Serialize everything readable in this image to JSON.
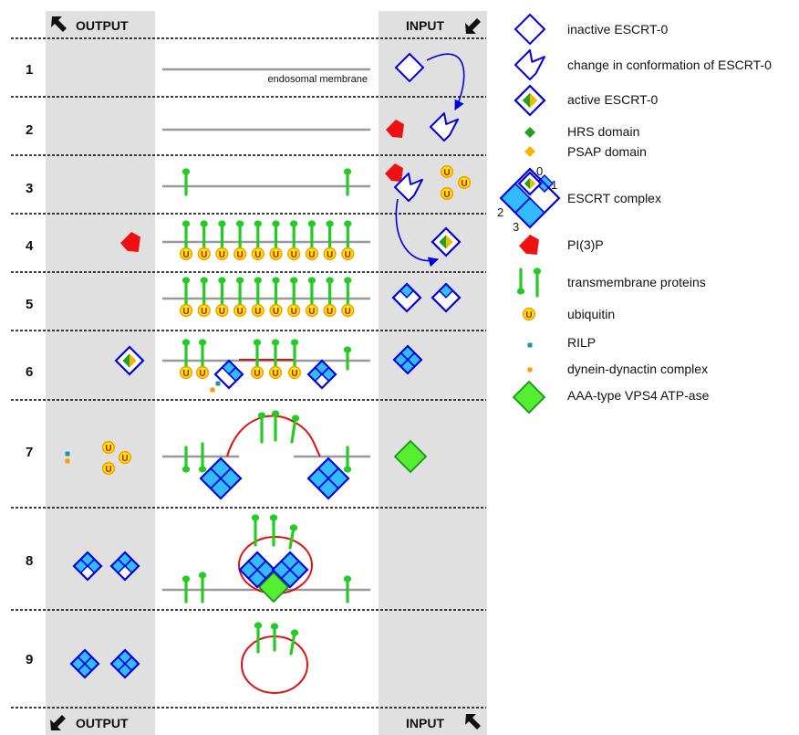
{
  "header": {
    "output_label": "OUTPUT",
    "input_label": "INPUT"
  },
  "footer": {
    "output_label": "OUTPUT",
    "input_label": "INPUT"
  },
  "membrane_label": "endosomal membrane",
  "steps": [
    "1",
    "2",
    "3",
    "4",
    "5",
    "6",
    "7",
    "8",
    "9"
  ],
  "escrt_corner_labels": [
    "0",
    "1",
    "2",
    "3"
  ],
  "ubiquitin_letter": "U",
  "legend": [
    {
      "icon": "inactive-escrt0-icon",
      "label": "inactive ESCRT-0"
    },
    {
      "icon": "conformation-change-icon",
      "label": "change in conformation of ESCRT-0"
    },
    {
      "icon": "active-escrt0-icon",
      "label": "active ESCRT-0"
    },
    {
      "icon": "hrs-domain-icon",
      "label": "HRS domain"
    },
    {
      "icon": "psap-domain-icon",
      "label": "PSAP domain"
    },
    {
      "icon": "escrt-complex-icon",
      "label": "ESCRT complex"
    },
    {
      "icon": "pi3p-icon",
      "label": "PI(3)P"
    },
    {
      "icon": "transmembrane-protein-icon",
      "label": "transmembrane proteins"
    },
    {
      "icon": "ubiquitin-icon",
      "label": "ubiquitin"
    },
    {
      "icon": "rilp-icon",
      "label": "RILP"
    },
    {
      "icon": "dynein-dynactin-icon",
      "label": "dynein-dynactin complex"
    },
    {
      "icon": "vps4-atpase-icon",
      "label": "AAA-type VPS4 ATP-ase"
    }
  ],
  "colors": {
    "panel_gray": "#e0e0e0",
    "escrt_blue": "#0000e6",
    "escrt_fill_blue": "#33bbff",
    "hrs_green": "#20a020",
    "psap_yellow": "#f5b800",
    "pi3p_red": "#ee1111",
    "protein_green": "#22cc22",
    "ubiquitin_fill": "#ffee00",
    "ubiquitin_ring": "#f2a000",
    "ubiquitin_text": "#cc0000",
    "rilp_teal": "#1a9a9a",
    "dynein_orange": "#ff9900",
    "vps4_green": "#55ee33",
    "vesicle_red": "#e01010",
    "membrane_gray": "#999999"
  }
}
